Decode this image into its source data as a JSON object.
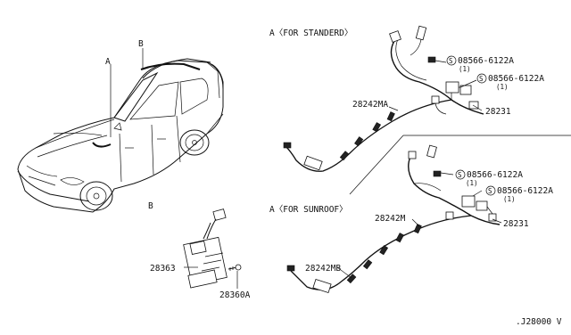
{
  "labels": {
    "car_a": "A",
    "car_b": "B",
    "detail_b": "B",
    "sect_standard": "A〈FOR STANDERD〉",
    "sect_sunroof": "A〈FOR SUNROOF〉",
    "p28363": "28363",
    "p28360a": "28360A",
    "p28242ma": "28242MA",
    "p28231_top": "28231",
    "p28242m": "28242M",
    "p28242mb": "28242MB",
    "p28231_bot": "28231",
    "screw": "08566-6122A",
    "screw_qty": "(1)",
    "s_symbol": "S",
    "footer_code": ".J28000 V"
  }
}
